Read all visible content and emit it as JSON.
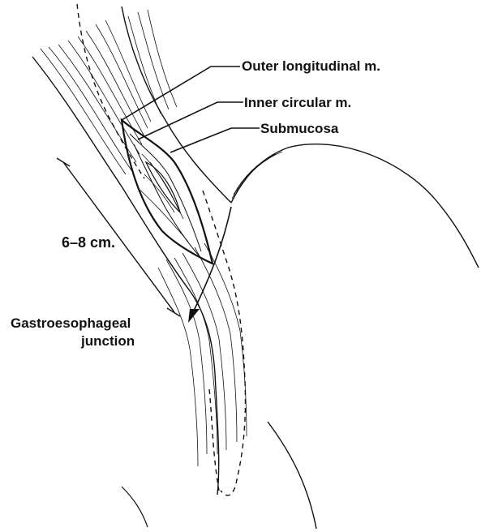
{
  "labels": {
    "outer_longitudinal": "Outer longitudinal m.",
    "inner_circular": "Inner circular m.",
    "submucosa": "Submucosa",
    "measurement": "6–8 cm.",
    "gastroesophageal_line1": "Gastroesophageal",
    "gastroesophageal_line2": "junction"
  },
  "colors": {
    "ink": "#111111",
    "background": "#ffffff"
  }
}
